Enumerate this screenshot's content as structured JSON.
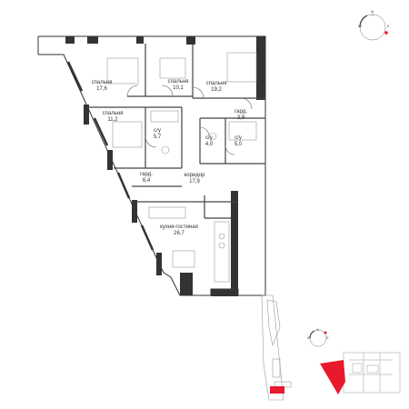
{
  "rooms": [
    {
      "name": "спальня",
      "area": "17,6"
    },
    {
      "name": "спальня",
      "area": "10,1"
    },
    {
      "name": "спальня",
      "area": "19,2"
    },
    {
      "name": "спальня",
      "area": "11,2"
    },
    {
      "name": "с/у",
      "area": "5,7"
    },
    {
      "name": "с/у",
      "area": "4,0"
    },
    {
      "name": "с/у",
      "area": "5,0"
    },
    {
      "name": "гард.",
      "area": "3,9"
    },
    {
      "name": "гард.",
      "area": "6,4"
    },
    {
      "name": "коридор",
      "area": "17,9"
    },
    {
      "name": "кухня-гостиная",
      "area": "26,7"
    }
  ],
  "compass": {
    "north": "N",
    "east": "E",
    "west": "W"
  },
  "colors": {
    "highlight": "#e8192c",
    "wall": "#333333",
    "site": "#9a9a9a"
  }
}
